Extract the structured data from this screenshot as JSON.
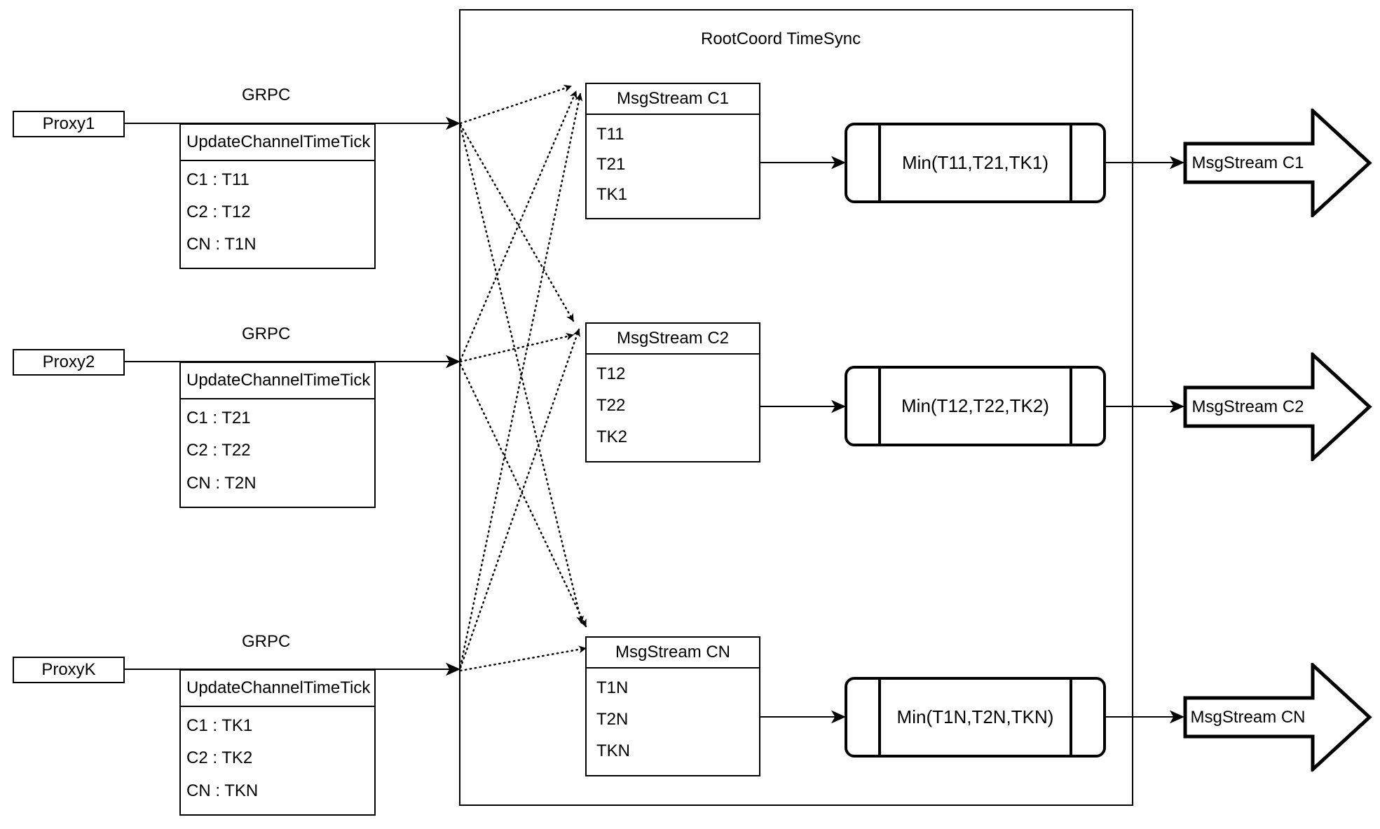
{
  "diagram": {
    "title": "RootCoord TimeSync",
    "edge_label": "GRPC"
  },
  "proxies": [
    {
      "name": "Proxy1",
      "rpc_title": "UpdateChannelTimeTick",
      "rows": [
        "C1 :  T11",
        "C2 :  T12",
        "CN : T1N"
      ],
      "link_label": "GRPC"
    },
    {
      "name": "Proxy2",
      "rpc_title": "UpdateChannelTimeTick",
      "rows": [
        "C1 :  T21",
        "C2 :  T22",
        "CN : T2N"
      ],
      "link_label": "GRPC"
    },
    {
      "name": "ProxyK",
      "rpc_title": "UpdateChannelTimeTick",
      "rows": [
        "C1 :  TK1",
        "C2 :  TK2",
        "CN : TKN"
      ],
      "link_label": "GRPC"
    }
  ],
  "channels": [
    {
      "stream_title": "MsgStream C1",
      "ticks": [
        "T11",
        "T21",
        "TK1"
      ],
      "min_label": "Min(T11,T21,TK1)",
      "output_label": "MsgStream C1"
    },
    {
      "stream_title": "MsgStream C2",
      "ticks": [
        "T12",
        "T22",
        "TK2"
      ],
      "min_label": "Min(T12,T22,TK2)",
      "output_label": "MsgStream C2"
    },
    {
      "stream_title": "MsgStream CN",
      "ticks": [
        "T1N",
        "T2N",
        "TKN"
      ],
      "min_label": "Min(T1N,T2N,TKN)",
      "output_label": "MsgStream CN"
    }
  ],
  "colors": {
    "stroke": "#000000",
    "background": "#ffffff"
  }
}
